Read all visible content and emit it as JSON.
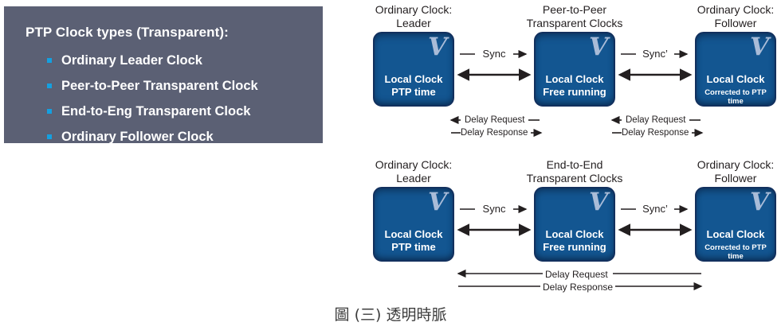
{
  "panel": {
    "title": "PTP Clock types (Transparent):",
    "bullet_color": "#14a0e0",
    "background_color": "#5b6074",
    "items": [
      {
        "label": "Ordinary Leader Clock"
      },
      {
        "label": "Peer-to-Peer Transparent Clock"
      },
      {
        "label": "End-to-Eng Transparent Clock"
      },
      {
        "label": "Ordinary Follower Clock"
      }
    ]
  },
  "diagram": {
    "box_fill": "#135691",
    "box_border": "#12305e",
    "logo_glyph": "V",
    "rows": [
      {
        "name": "peer-to-peer",
        "titles": [
          "Ordinary Clock:\nLeader",
          "Peer-to-Peer\nTransparent Clocks",
          "Ordinary Clock:\nFollower"
        ],
        "boxes": [
          {
            "line1": "Local Clock",
            "line2": "PTP time",
            "small": false
          },
          {
            "line1": "Local Clock",
            "line2": "Free running",
            "small": false
          },
          {
            "line1": "Local Clock",
            "line2": "Corrected to PTP time",
            "small": true
          }
        ],
        "sync_labels": [
          "Sync",
          "Sync’"
        ],
        "delay_labels": [
          {
            "request": "Delay Request",
            "response": "Delay Response"
          },
          {
            "request": "Delay Request",
            "response": "Delay Response"
          }
        ]
      },
      {
        "name": "end-to-end",
        "titles": [
          "Ordinary Clock:\nLeader",
          "End-to-End\nTransparent Clocks",
          "Ordinary Clock:\nFollower"
        ],
        "boxes": [
          {
            "line1": "Local Clock",
            "line2": "PTP time",
            "small": false
          },
          {
            "line1": "Local Clock",
            "line2": "Free running",
            "small": false
          },
          {
            "line1": "Local Clock",
            "line2": "Corrected to PTP time",
            "small": true
          }
        ],
        "sync_labels": [
          "Sync",
          "Sync’"
        ],
        "delay_labels": [
          {
            "request": "Delay Request",
            "response": "Delay Response"
          }
        ]
      }
    ]
  },
  "caption": "圖 (三) 透明時脈"
}
